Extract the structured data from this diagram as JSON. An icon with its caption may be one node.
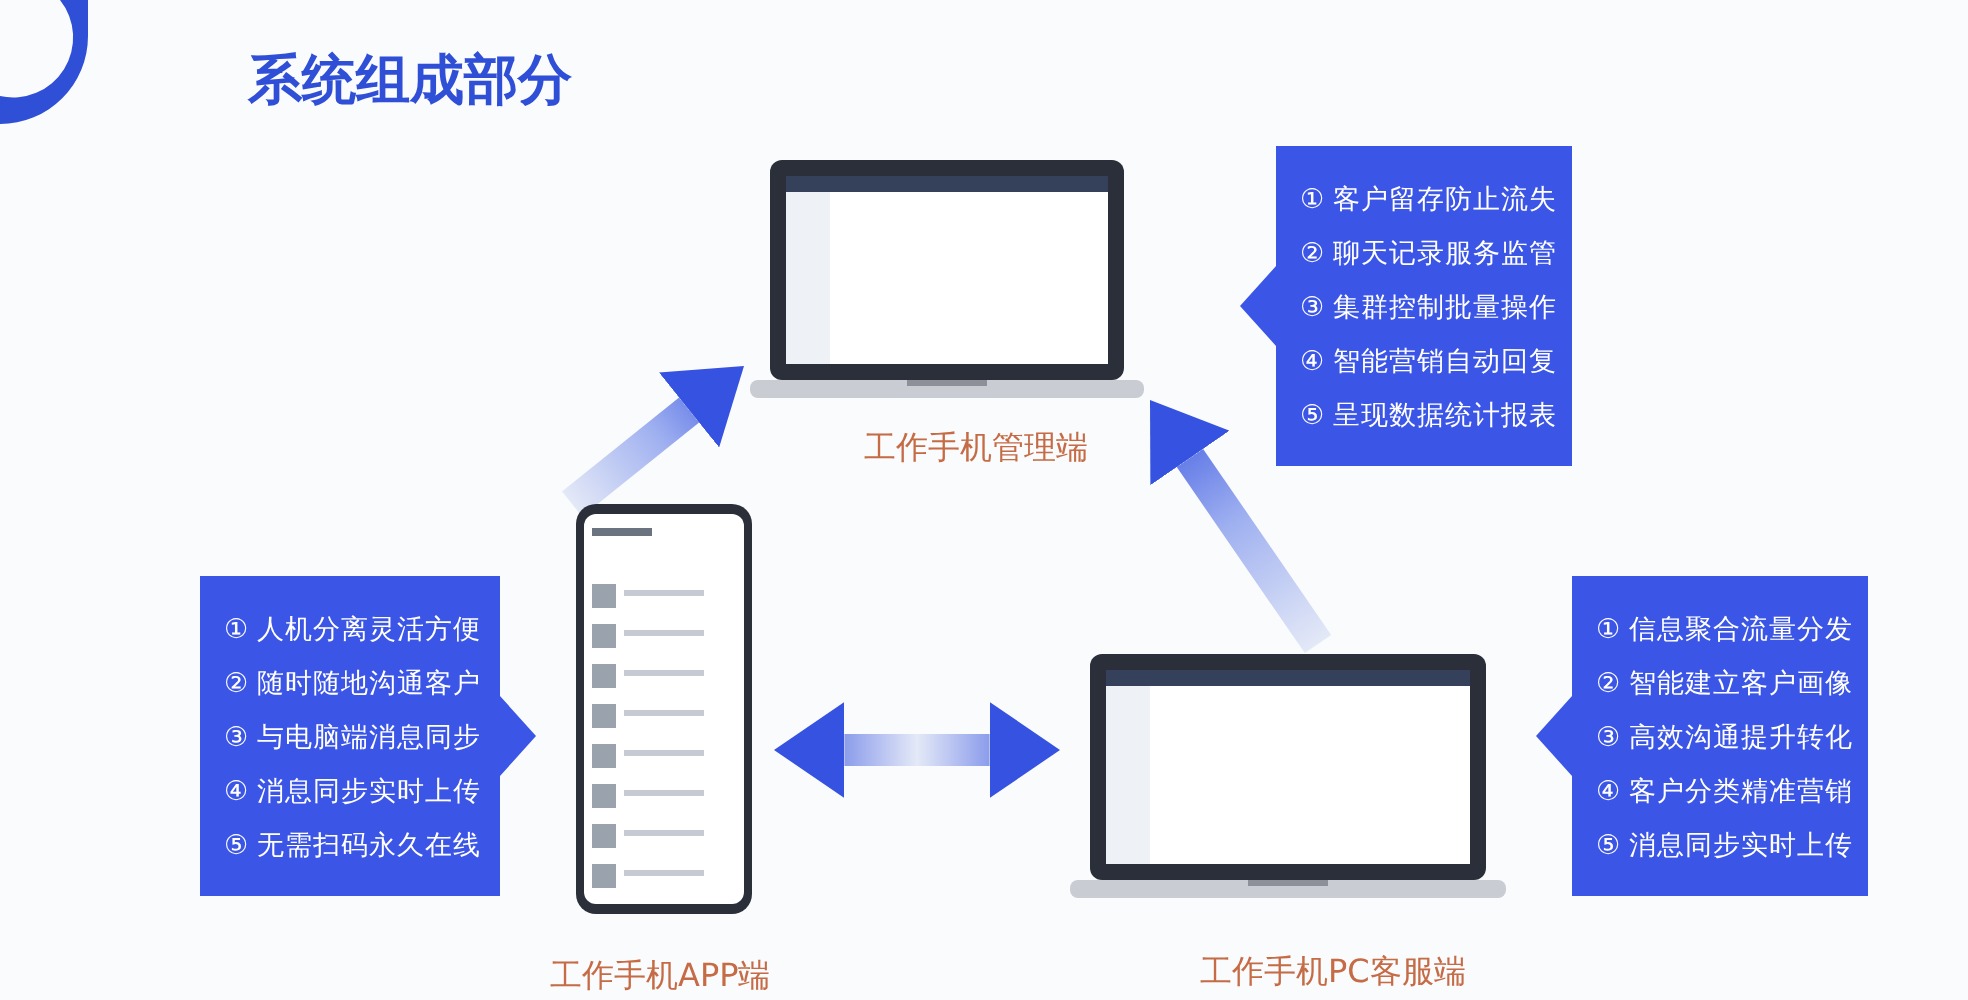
{
  "diagram": {
    "title": "系统组成部分",
    "nodes": [
      {
        "text": [
          "工作手机管理端"
        ]
      },
      {
        "text": [
          "① 客户留存防止流失",
          "② 聊天记录服务监管",
          "③ 集群控制批量操作",
          "④ 智能营销自动回复",
          "⑤ 呈现数据统计报表"
        ]
      },
      {
        "text": [
          "工作手机APP端"
        ]
      },
      {
        "text": [
          "① 人机分离灵活方便",
          "② 随时随地沟通客户",
          "③ 与电脑端消息同步",
          "④ 消息同步实时上传",
          "⑤ 无需扫码永久在线"
        ]
      },
      {
        "text": [
          "工作手机PC客服端"
        ]
      },
      {
        "text": [
          "① 信息聚合流量分发",
          "② 智能建立客户画像",
          "③ 高效沟通提升转化",
          "④ 客户分类精准营销",
          "⑤ 消息同步实时上传"
        ]
      }
    ],
    "edges": [
      {
        "from": 2,
        "to": 0,
        "arrow": "to"
      },
      {
        "from": 4,
        "to": 0,
        "arrow": "to"
      },
      {
        "from": 2,
        "to": 4,
        "arrow": "both"
      }
    ]
  }
}
